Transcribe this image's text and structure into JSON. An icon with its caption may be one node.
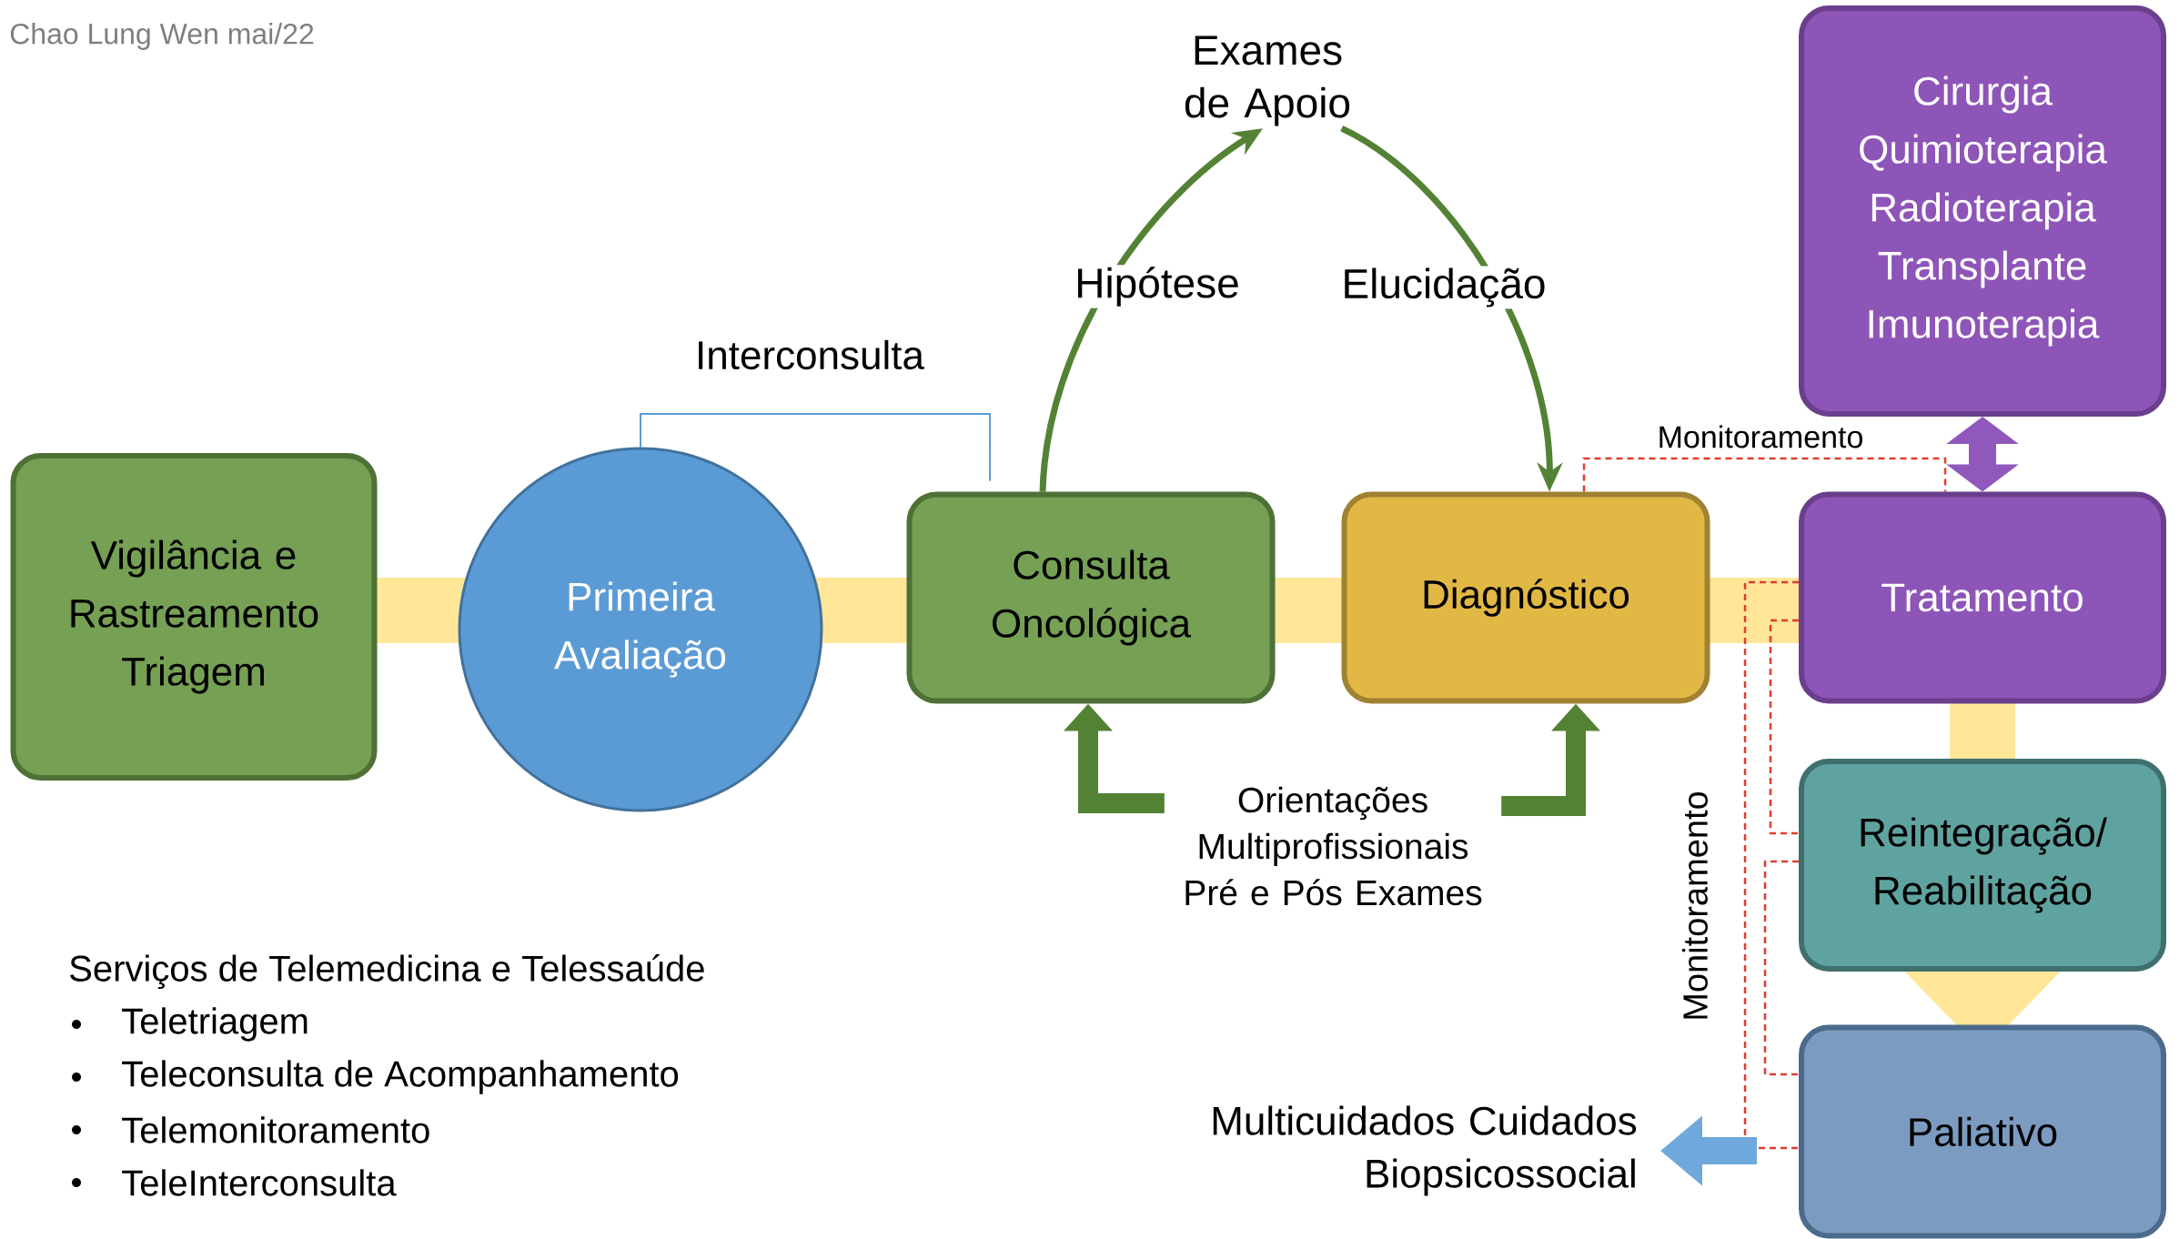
{
  "diagram": {
    "nodes": [
      {
        "text": [
          "Vigilância e Rastreamento Triagem"
        ]
      },
      {
        "text": [
          "Primeira Avaliação"
        ]
      },
      {
        "text": [
          "Consulta Oncológica"
        ]
      },
      {
        "text": [
          "Diagnóstico"
        ]
      },
      {
        "text": [
          "Cirurgia",
          "Quimioterapia",
          "Radioterapia",
          "Transplante",
          "Imunoterapia"
        ]
      },
      {
        "text": [
          "Tratamento"
        ]
      },
      {
        "text": [
          "Reintegração/ Reabilitação"
        ]
      },
      {
        "text": [
          "Paliativo"
        ]
      },
      {
        "text": [
          "Exames de Apoio"
        ]
      },
      {
        "text": [
          "Multicuidados Cuidados Biopsicossocial"
        ]
      },
      {
        "text": [
          "Orientações Multiprofissionais Pré e Pós Exames"
        ]
      }
    ],
    "edges": [
      {
        "from": 0,
        "to": 1,
        "arrow": "none",
        "style": "thick",
        "color": "#ffe699"
      },
      {
        "from": 1,
        "to": 2,
        "arrow": "none",
        "style": "thick",
        "color": "#ffe699"
      },
      {
        "from": 2,
        "to": 3,
        "arrow": "none",
        "style": "thick",
        "color": "#ffe699"
      },
      {
        "from": 3,
        "to": 5,
        "arrow": "none",
        "style": "thick",
        "color": "#ffe699"
      },
      {
        "from": 5,
        "to": 6,
        "arrow": "none",
        "style": "thick",
        "color": "#ffe699"
      },
      {
        "from": 6,
        "to": 7,
        "arrow": "to",
        "style": "thick",
        "color": "#ffe699"
      },
      {
        "from": 1,
        "to": 2,
        "arrow": "none",
        "label": "Interconsulta",
        "color": "#5b9bd5"
      },
      {
        "from": 2,
        "to": 8,
        "arrow": "to",
        "label": "Hipótese",
        "color": "#548235"
      },
      {
        "from": 8,
        "to": 3,
        "arrow": "to",
        "label": "Elucidação",
        "color": "#548235"
      },
      {
        "from": 10,
        "to": 2,
        "arrow": "to",
        "color": "#548235"
      },
      {
        "from": 10,
        "to": 3,
        "arrow": "to",
        "color": "#548235"
      },
      {
        "from": 4,
        "to": 5,
        "arrow": "both",
        "color": "#9058bd"
      },
      {
        "from": 3,
        "to": 5,
        "arrow": "none",
        "label": "Monitoramento",
        "style": "dashed",
        "color": "#e03c31"
      },
      {
        "from": 5,
        "to": 7,
        "arrow": "none",
        "label": "Monitoramento",
        "style": "dashed",
        "color": "#e03c31"
      },
      {
        "from": 5,
        "to": 6,
        "arrow": "none",
        "style": "dashed",
        "color": "#e03c31"
      },
      {
        "from": 6,
        "to": 7,
        "arrow": "none",
        "style": "dashed",
        "color": "#e03c31"
      },
      {
        "from": 7,
        "to": 9,
        "arrow": "to",
        "color": "#6fa8dc"
      }
    ],
    "labels": [
      "Chao Lung Wen mai/22",
      "Serviços de Telemedicina e Telessaúde",
      "Teletriagem",
      "Teleconsulta de Acompanhamento",
      "Telemonitoramento",
      "TeleInterconsulta"
    ]
  }
}
